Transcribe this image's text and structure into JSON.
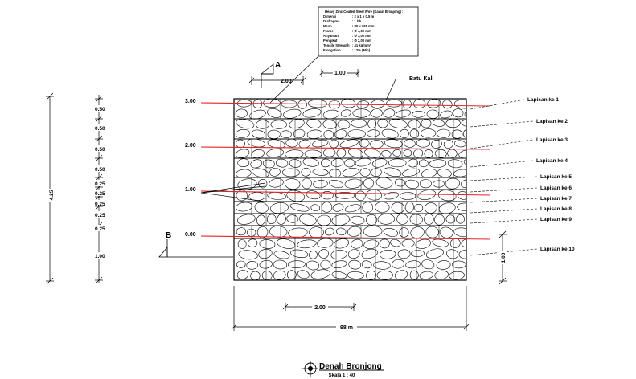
{
  "spec_box": {
    "title": "Heavy Zinc Coated Steel Wire (Kawat Bronjong) :",
    "rows": [
      {
        "label": "Dimensi",
        "value": ": 2 x 1 x 0,5 m"
      },
      {
        "label": "Diafragma",
        "value": ": 1 bh"
      },
      {
        "label": "Mesh",
        "value": ": 80 x 100 mm"
      },
      {
        "label": "Frame",
        "value": ": Ø 4,00 mm"
      },
      {
        "label": "Anyaman",
        "value": ": Ø 3,00 mm"
      },
      {
        "label": "Pengikat",
        "value": ": Ø 2,00 mm"
      },
      {
        "label": "Tensile Strength",
        "value": ": 41 kg/mm²"
      },
      {
        "label": "Elongation",
        "value": ": 12% (Min)"
      }
    ]
  },
  "section_a_label": "A",
  "section_b_label": "B",
  "top_dims": {
    "left": "2.00",
    "right": "1.00"
  },
  "batu_kali_label": "Batu Kali",
  "levels": [
    "3.00",
    "2.00",
    "1.00",
    "0.00"
  ],
  "layers": [
    "Lapisan ke 1",
    "Lapisan ke 2",
    "Lapisan ke 3",
    "Lapisan ke 4",
    "Lapisan ke 5",
    "Lapisan ke 6",
    "Lapisan ke 7",
    "Lapisan ke 8",
    "Lapisan ke 9",
    "Lapisan ke 10"
  ],
  "left_total": "4.25",
  "left_dims": [
    "0.50",
    "0.50",
    "0.50",
    "0.50",
    "0.25",
    "0.25",
    "0.25",
    "0.25",
    "0.25",
    "1.00"
  ],
  "right_dim": "1.00",
  "bottom_dim": "2.00",
  "total_length": "98 m",
  "title": "Denah Bronjong",
  "scale": "Skala 1 : 40",
  "colors": {
    "line": "#000000",
    "red": "#e0262b",
    "background": "#ffffff"
  }
}
